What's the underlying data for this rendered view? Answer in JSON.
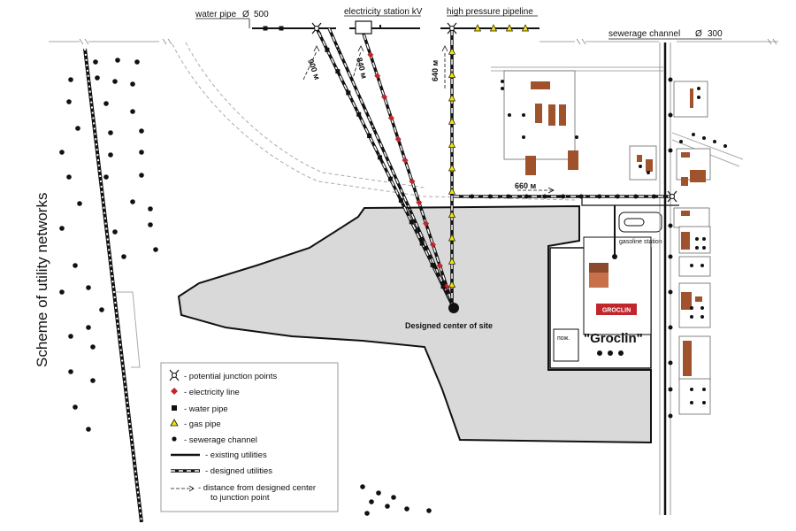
{
  "title": "Scheme of utility networks",
  "top_labels": {
    "water_pipe": "water pipe",
    "water_diameter": "500",
    "electricity_station": "electricity station kV",
    "gas_pipeline": "high pressure pipeline",
    "sewerage_channel": "sewerage channel",
    "sewerage_diameter": "300",
    "diameter_symbol": "Ø"
  },
  "distances": {
    "water": "900 м",
    "electricity": "840 м",
    "gas": "640 м",
    "sewerage": "660 м"
  },
  "site": {
    "center_label": "Designed center of site",
    "brand_name": "\"Groclin\"",
    "logo_text": "GROCLIN",
    "gas_station": "gasoline station",
    "small_label": "пож."
  },
  "legend": [
    {
      "id": "junction",
      "text": "- potential junction points"
    },
    {
      "id": "electricity",
      "text": "- electricity line"
    },
    {
      "id": "water",
      "text": "- water pipe"
    },
    {
      "id": "gas",
      "text": "- gas pipe"
    },
    {
      "id": "sewerage",
      "text": "- sewerage channel"
    },
    {
      "id": "existing",
      "text": "- existing  utilities"
    },
    {
      "id": "designed",
      "text": "- designed  utilities"
    },
    {
      "id": "distance",
      "text": "- distance from designed center"
    },
    {
      "id": "distance2",
      "text": "to junction point"
    }
  ],
  "colors": {
    "site_fill": "#d9d9d9",
    "electricity": "#c0272d",
    "gas": "#f4e300",
    "building": "#a0522d",
    "building_light": "#c8704a"
  }
}
